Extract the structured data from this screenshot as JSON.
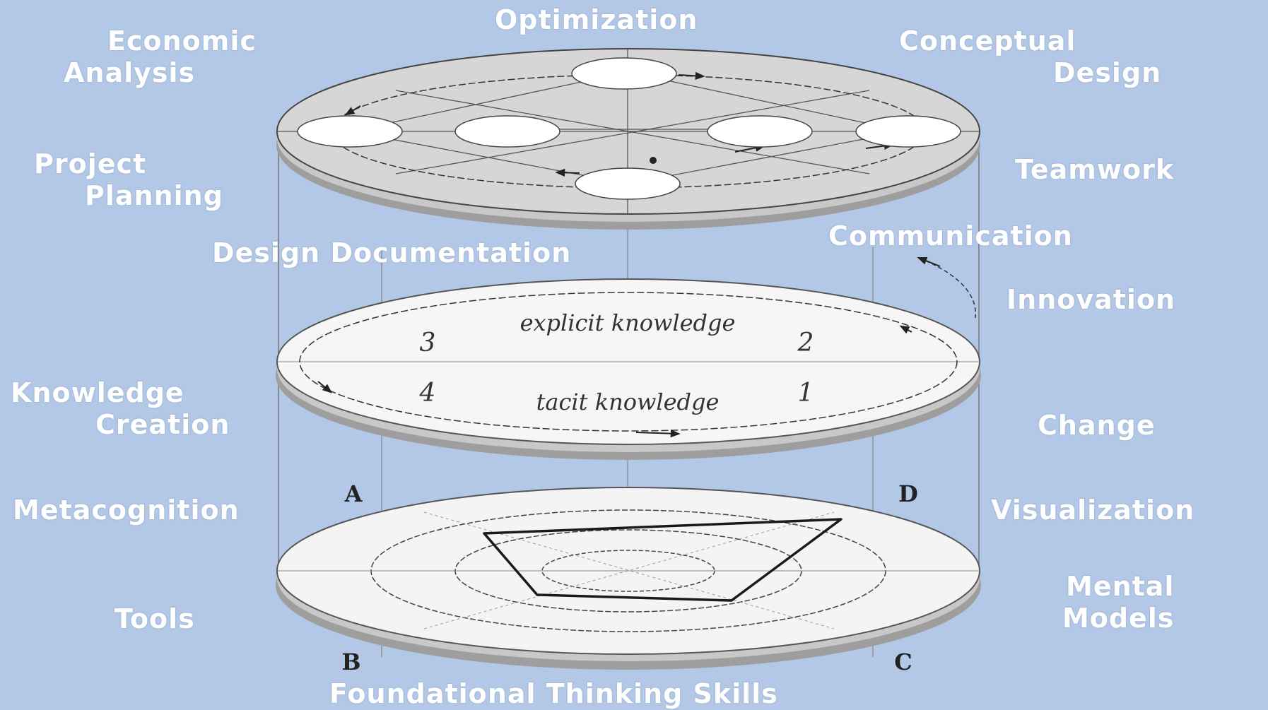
{
  "labels": {
    "optimization": "Optimization",
    "economic_analysis": [
      "Economic",
      "Analysis"
    ],
    "conceptual_design": [
      "Conceptual",
      "Design"
    ],
    "project_planning": [
      "Project",
      "Planning"
    ],
    "teamwork": "Teamwork",
    "design_documentation": "Design Documentation",
    "communication": "Communication",
    "innovation": "Innovation",
    "knowledge_creation": [
      "Knowledge",
      "Creation"
    ],
    "change": "Change",
    "metacognition": "Metacognition",
    "visualization": "Visualization",
    "mental_models": [
      "Mental",
      "Models"
    ],
    "tools": "Tools",
    "foundational_thinking_skills": "Foundational Thinking Skills"
  },
  "middle_disc": {
    "explicit": "explicit knowledge",
    "tacit": "tacit knowledge",
    "quadrants": [
      "1",
      "2",
      "3",
      "4"
    ]
  },
  "bottom_disc": {
    "corners": [
      "A",
      "B",
      "C",
      "D"
    ]
  },
  "colors": {
    "background": "#b3c8e6",
    "label_text": "#ffffff",
    "disc_top": "#d6d6d6",
    "disc_face": "#f4f4f4",
    "disc_edge": "#9a9a9a"
  }
}
